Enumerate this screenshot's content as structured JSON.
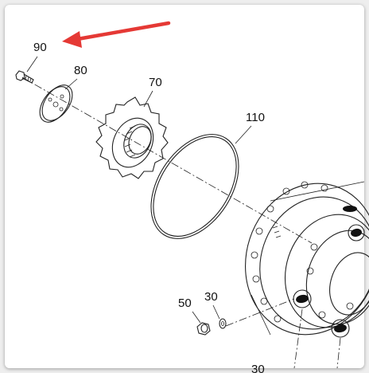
{
  "callouts": {
    "c90": "90",
    "c80": "80",
    "c70": "70",
    "c110": "110",
    "c50": "50",
    "c30": "30",
    "c30b": "30"
  },
  "colors": {
    "arrow": "#e53935",
    "line": "#222222",
    "background": "#ffffff"
  }
}
